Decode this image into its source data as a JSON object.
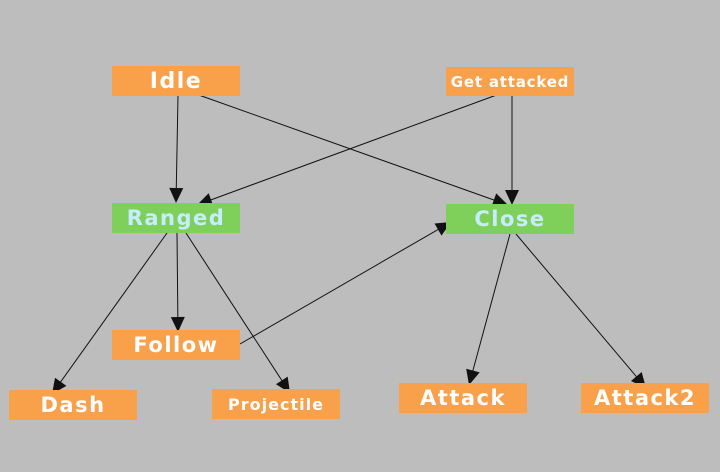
{
  "nodes": {
    "idle": "Idle",
    "get_attacked": "Get attacked",
    "ranged": "Ranged",
    "close": "Close",
    "follow": "Follow",
    "dash": "Dash",
    "projectile": "Projectile",
    "attack": "Attack",
    "attack2": "Attack2"
  },
  "edges": [
    {
      "from": "idle",
      "to": "ranged"
    },
    {
      "from": "idle",
      "to": "close"
    },
    {
      "from": "get_attacked",
      "to": "ranged"
    },
    {
      "from": "get_attacked",
      "to": "close"
    },
    {
      "from": "ranged",
      "to": "follow"
    },
    {
      "from": "ranged",
      "to": "dash"
    },
    {
      "from": "ranged",
      "to": "projectile"
    },
    {
      "from": "follow",
      "to": "close"
    },
    {
      "from": "close",
      "to": "attack"
    },
    {
      "from": "close",
      "to": "attack2"
    }
  ],
  "colors": {
    "background": "#bdbdbd",
    "action_node": "#f9a04b",
    "state_node": "#7fd05b",
    "action_text": "#ffffff",
    "state_text": "#c8ecff",
    "edge": "#111111"
  }
}
